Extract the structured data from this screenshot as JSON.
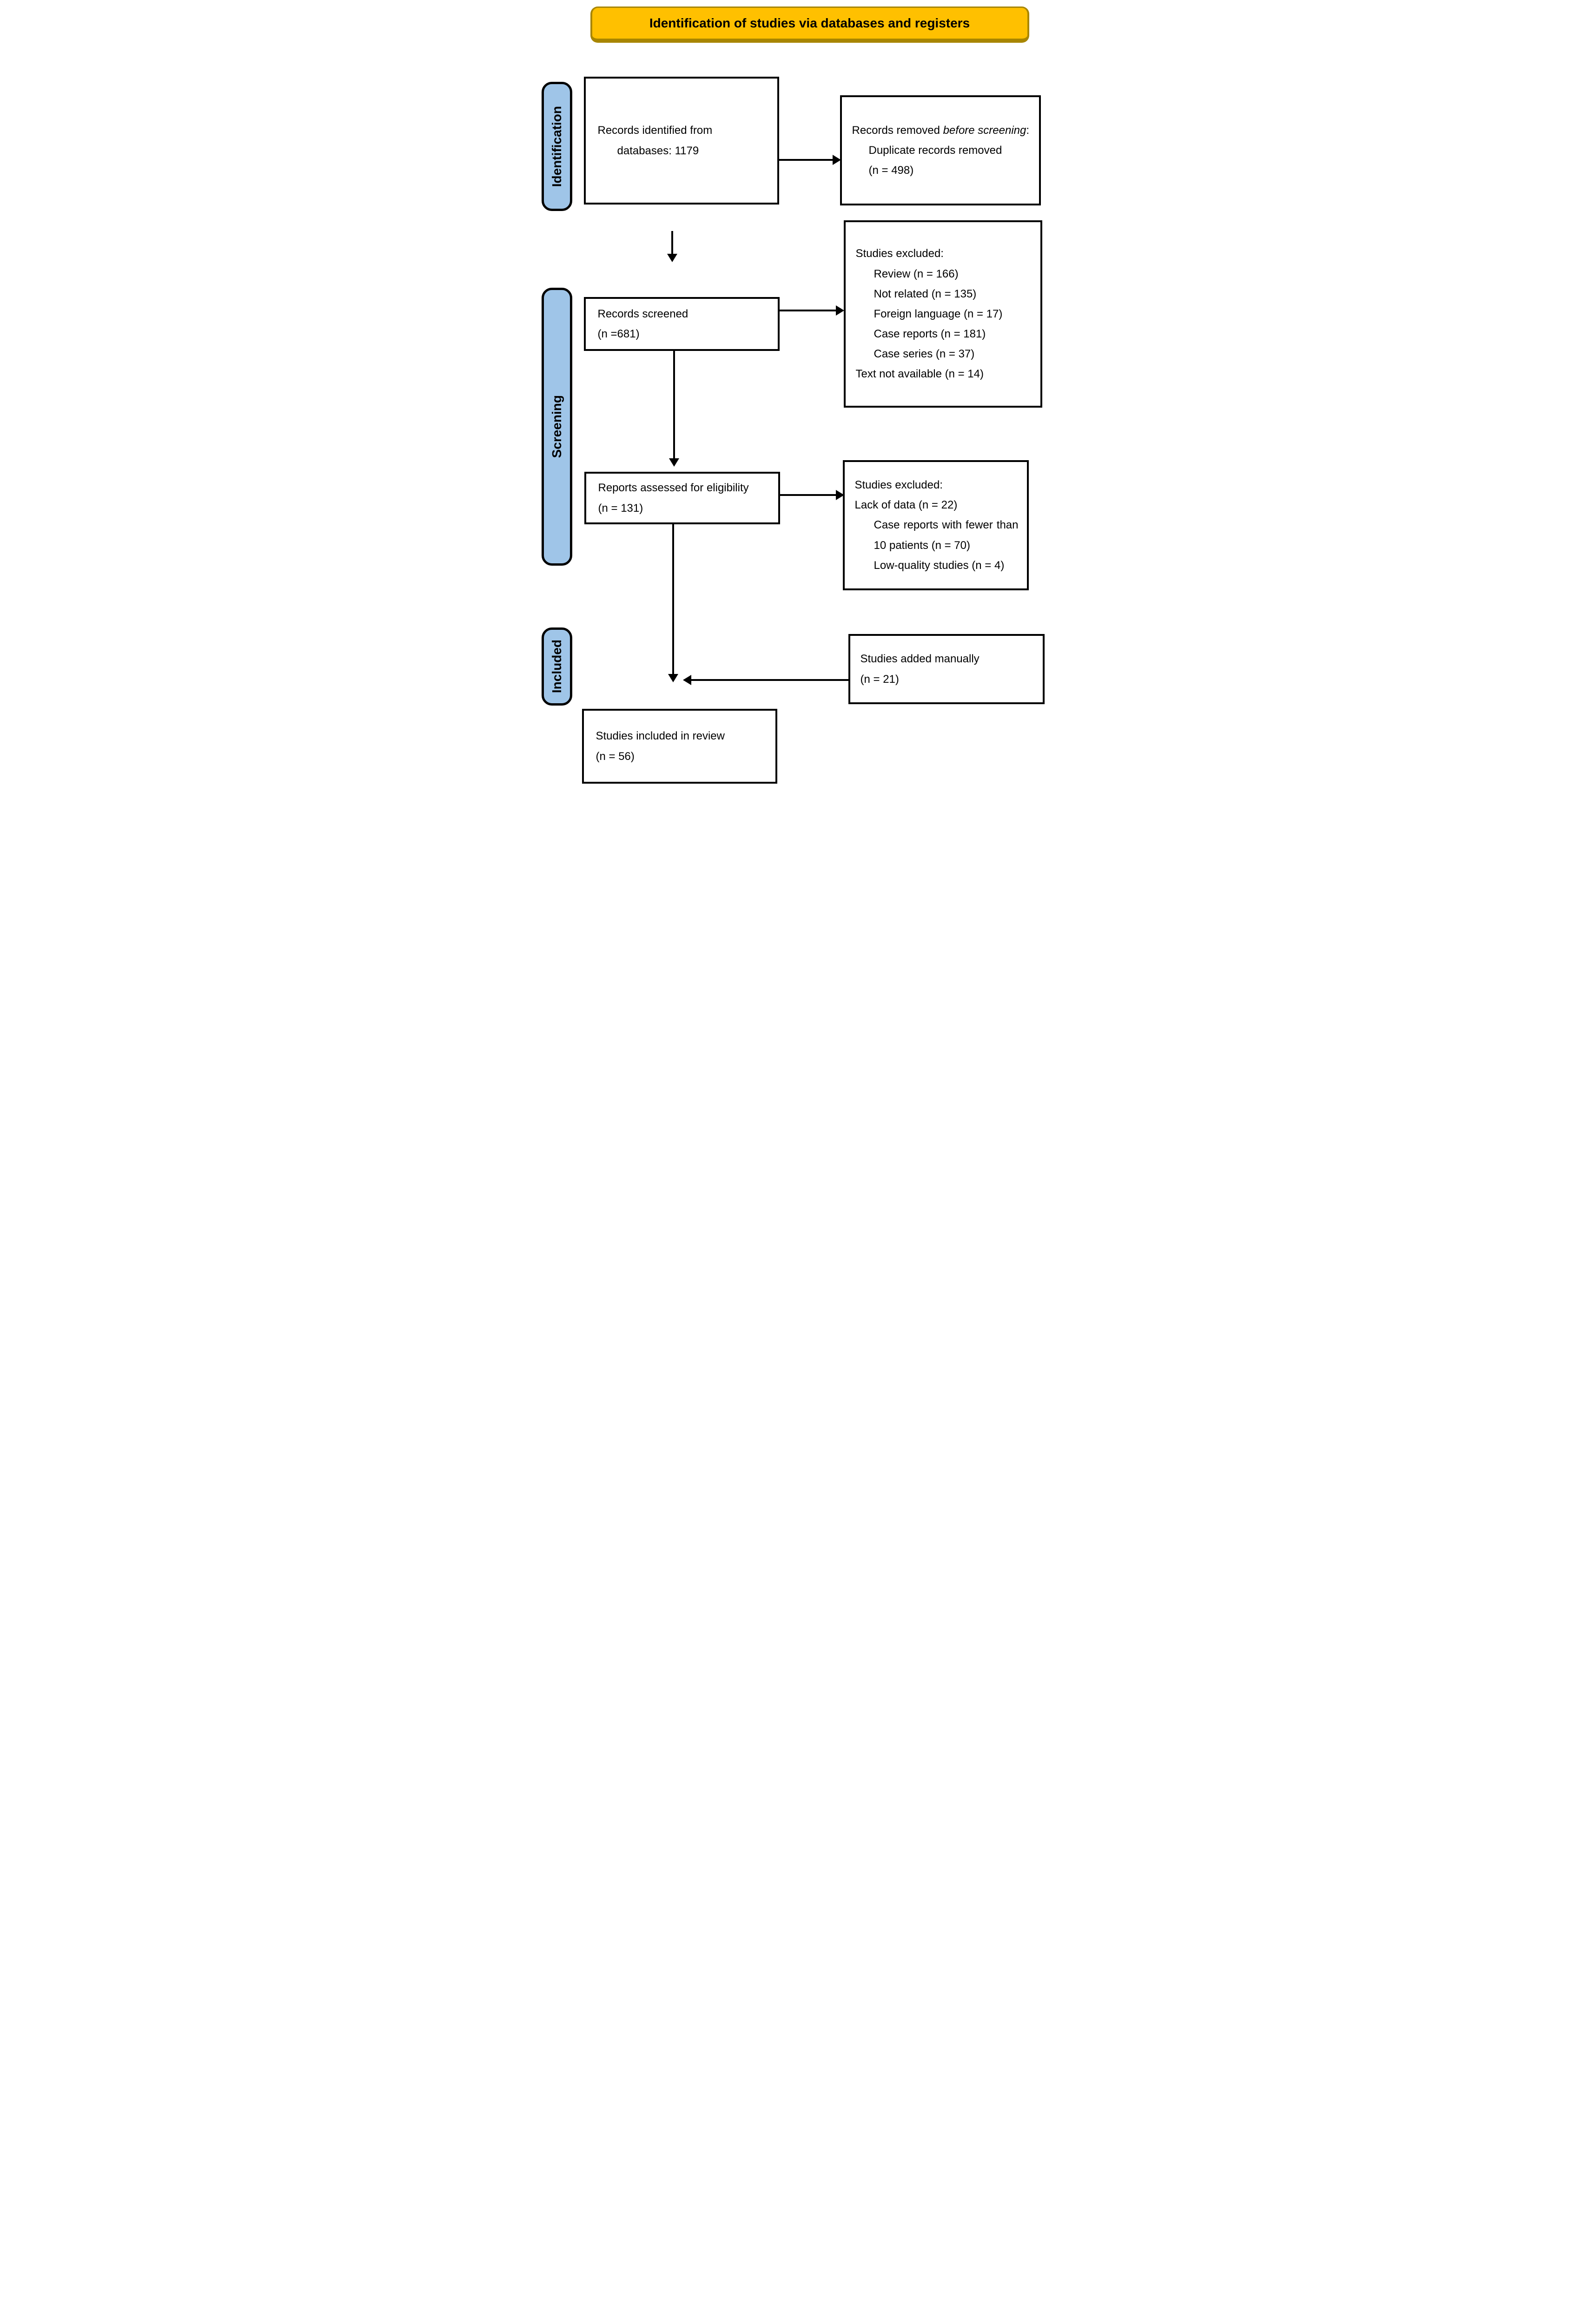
{
  "banner": {
    "title": "Identification of studies via databases and registers"
  },
  "stages": {
    "identification": "Identification",
    "screening": "Screening",
    "included": "Included"
  },
  "boxes": {
    "records_identified": {
      "line1": "Records identified from",
      "line2": "databases: 1179"
    },
    "records_removed": {
      "line1_prefix": "Records removed ",
      "line1_italic": "before screening",
      "line1_suffix": ":",
      "line2": "Duplicate records removed",
      "line3": "(n = 498)"
    },
    "records_screened": {
      "line1": "Records screened",
      "line2": "(n =681)"
    },
    "excluded_screening": {
      "heading": "Studies excluded:",
      "items": [
        "Review (n = 166)",
        "Not related (n = 135)",
        "Foreign language (n = 17)",
        "Case reports (n = 181)",
        "Case series (n = 37)"
      ],
      "last_line": "Text not available (n = 14)"
    },
    "reports_assessed": {
      "line1": "Reports assessed for eligibility",
      "line2": "(n = 131)"
    },
    "excluded_reports": {
      "heading": "Studies excluded:",
      "line2": "Lack of data (n = 22)",
      "line3": "Case reports with fewer than",
      "line4": "10 patients (n = 70)",
      "line5": "Low-quality studies (n = 4)"
    },
    "added_manually": {
      "line1": "Studies added manually",
      "line2": "(n = 21)"
    },
    "studies_included": {
      "line1": "Studies included in review",
      "line2": "(n = 56)"
    }
  },
  "colors": {
    "banner_fill": "#FFC000",
    "banner_edge": "#A88600",
    "stage_fill": "#9FC5E8",
    "box_border": "#000000",
    "arrow": "#000000"
  }
}
